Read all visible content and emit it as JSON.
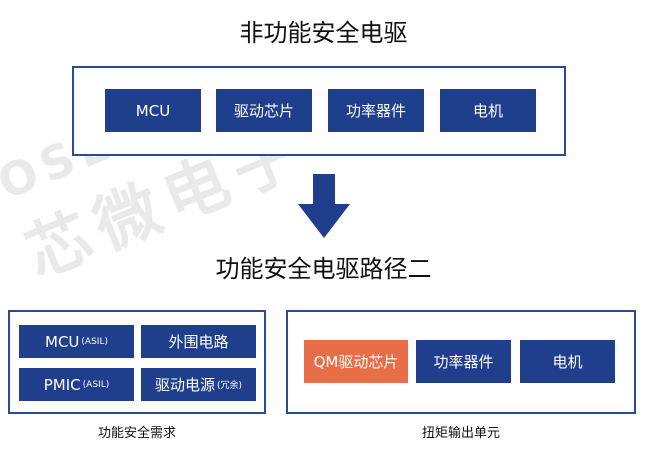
{
  "watermark": {
    "latin": "OSENSE",
    "cjk": "芯微电子"
  },
  "top": {
    "title": "非功能安全电驱",
    "boxes": [
      "MCU",
      "驱动芯片",
      "功率器件",
      "电机"
    ]
  },
  "arrow": {
    "color": "#1f3f8c"
  },
  "bottom": {
    "title": "功能安全电驱路径二",
    "left_panel": {
      "boxes": [
        {
          "label": "MCU",
          "sub": "(ASIL)"
        },
        {
          "label": "外围电路",
          "sub": ""
        },
        {
          "label": "PMIC",
          "sub": "(ASIL)"
        },
        {
          "label": "驱动电源",
          "sub": "(冗余)"
        }
      ],
      "caption": "功能安全需求"
    },
    "right_panel": {
      "boxes": [
        "QM驱动芯片",
        "功率器件",
        "电机"
      ],
      "caption": "扭矩输出单元"
    }
  },
  "colors": {
    "box_blue": "#1f3f8c",
    "box_orange": "#e86e4a",
    "border": "#2a4a9a"
  }
}
